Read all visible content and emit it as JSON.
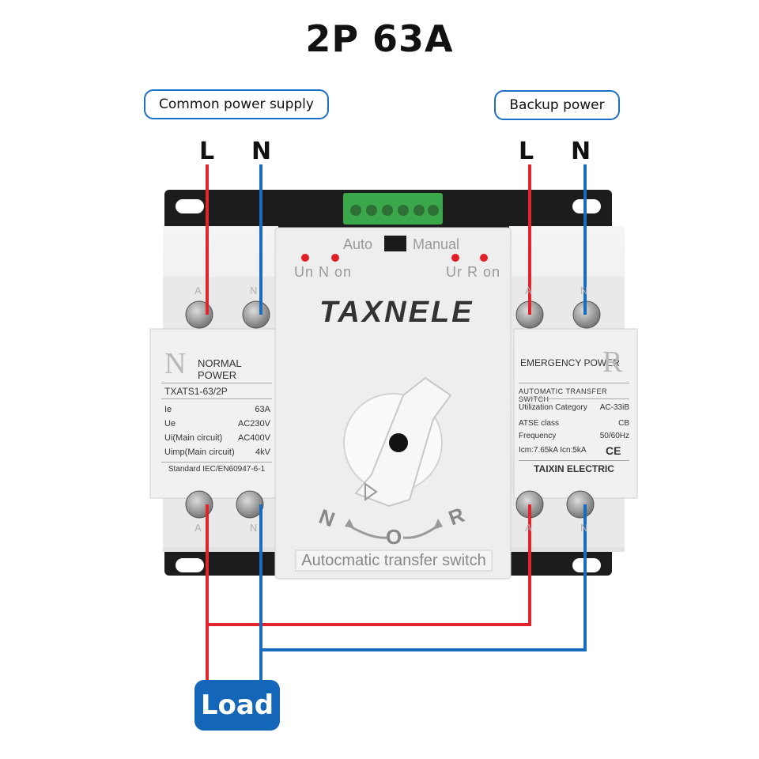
{
  "title": "2P 63A",
  "sources": {
    "common_label": "Common power supply",
    "backup_label": "Backup power",
    "line_label": "L",
    "neutral_label": "N"
  },
  "load_label": "Load",
  "device": {
    "brand": "TAXNELE",
    "mode_auto": "Auto",
    "mode_manual": "Manual",
    "indicators_left": "Un N on",
    "indicators_right": "Ur R on",
    "terminal_top_a": "A",
    "terminal_top_n": "N",
    "switch_n": "N",
    "switch_o": "O",
    "switch_r": "R",
    "footer": "Autocmatic transfer switch",
    "colors": {
      "line": "#e2252c",
      "neutral": "#1a6cc0",
      "body": "#ededed",
      "base": "#1c1c1c",
      "terminal_block": "#3aa84a"
    }
  },
  "normal_panel": {
    "letter": "N",
    "heading": "NORMAL POWER",
    "model": "TXATS1-63/2P",
    "specs": [
      {
        "k": "Ie",
        "v": "63A"
      },
      {
        "k": "Ue",
        "v": "AC230V"
      },
      {
        "k": "Ui(Main circuit)",
        "v": "AC400V"
      },
      {
        "k": "Uimp(Main circuit)",
        "v": "4kV"
      }
    ],
    "standard": "Standard IEC/EN60947-6-1"
  },
  "emergency_panel": {
    "letter": "R",
    "heading": "EMERGENCY POWER",
    "subtitle": "AUTOMATIC TRANSFER SWITCH",
    "specs": [
      {
        "k": "Utilization Category",
        "v": "AC-33iB"
      },
      {
        "k": "ATSE class",
        "v": "CB"
      },
      {
        "k": "Frequency",
        "v": "50/60Hz"
      }
    ],
    "icm": "Icm:7.65kA Icn:5kA",
    "ce": "CE",
    "maker": "TAIXIN ELECTRIC"
  }
}
